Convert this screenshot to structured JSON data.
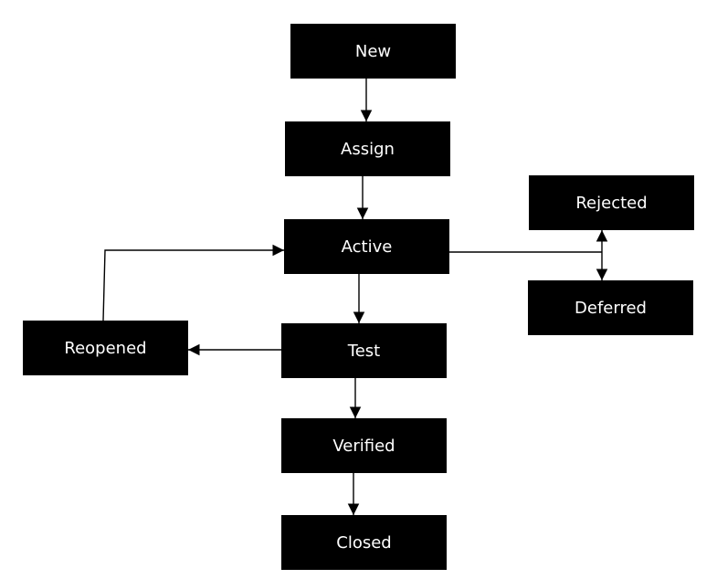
{
  "colors": {
    "node_fill": "#000000",
    "node_text": "#ffffff",
    "edge": "#000000",
    "background": "#ffffff"
  },
  "nodes": {
    "new": "New",
    "assign": "Assign",
    "active": "Active",
    "test": "Test",
    "verified": "Verified",
    "closed": "Closed",
    "reopened": "Reopened",
    "rejected": "Rejected",
    "deferred": "Deferred"
  },
  "edges": [
    {
      "from": "new",
      "to": "assign"
    },
    {
      "from": "assign",
      "to": "active"
    },
    {
      "from": "active",
      "to": "test"
    },
    {
      "from": "test",
      "to": "verified"
    },
    {
      "from": "verified",
      "to": "closed"
    },
    {
      "from": "test",
      "to": "reopened"
    },
    {
      "from": "reopened",
      "to": "active"
    },
    {
      "from": "active",
      "to": "rejected"
    },
    {
      "from": "active",
      "to": "deferred"
    }
  ]
}
